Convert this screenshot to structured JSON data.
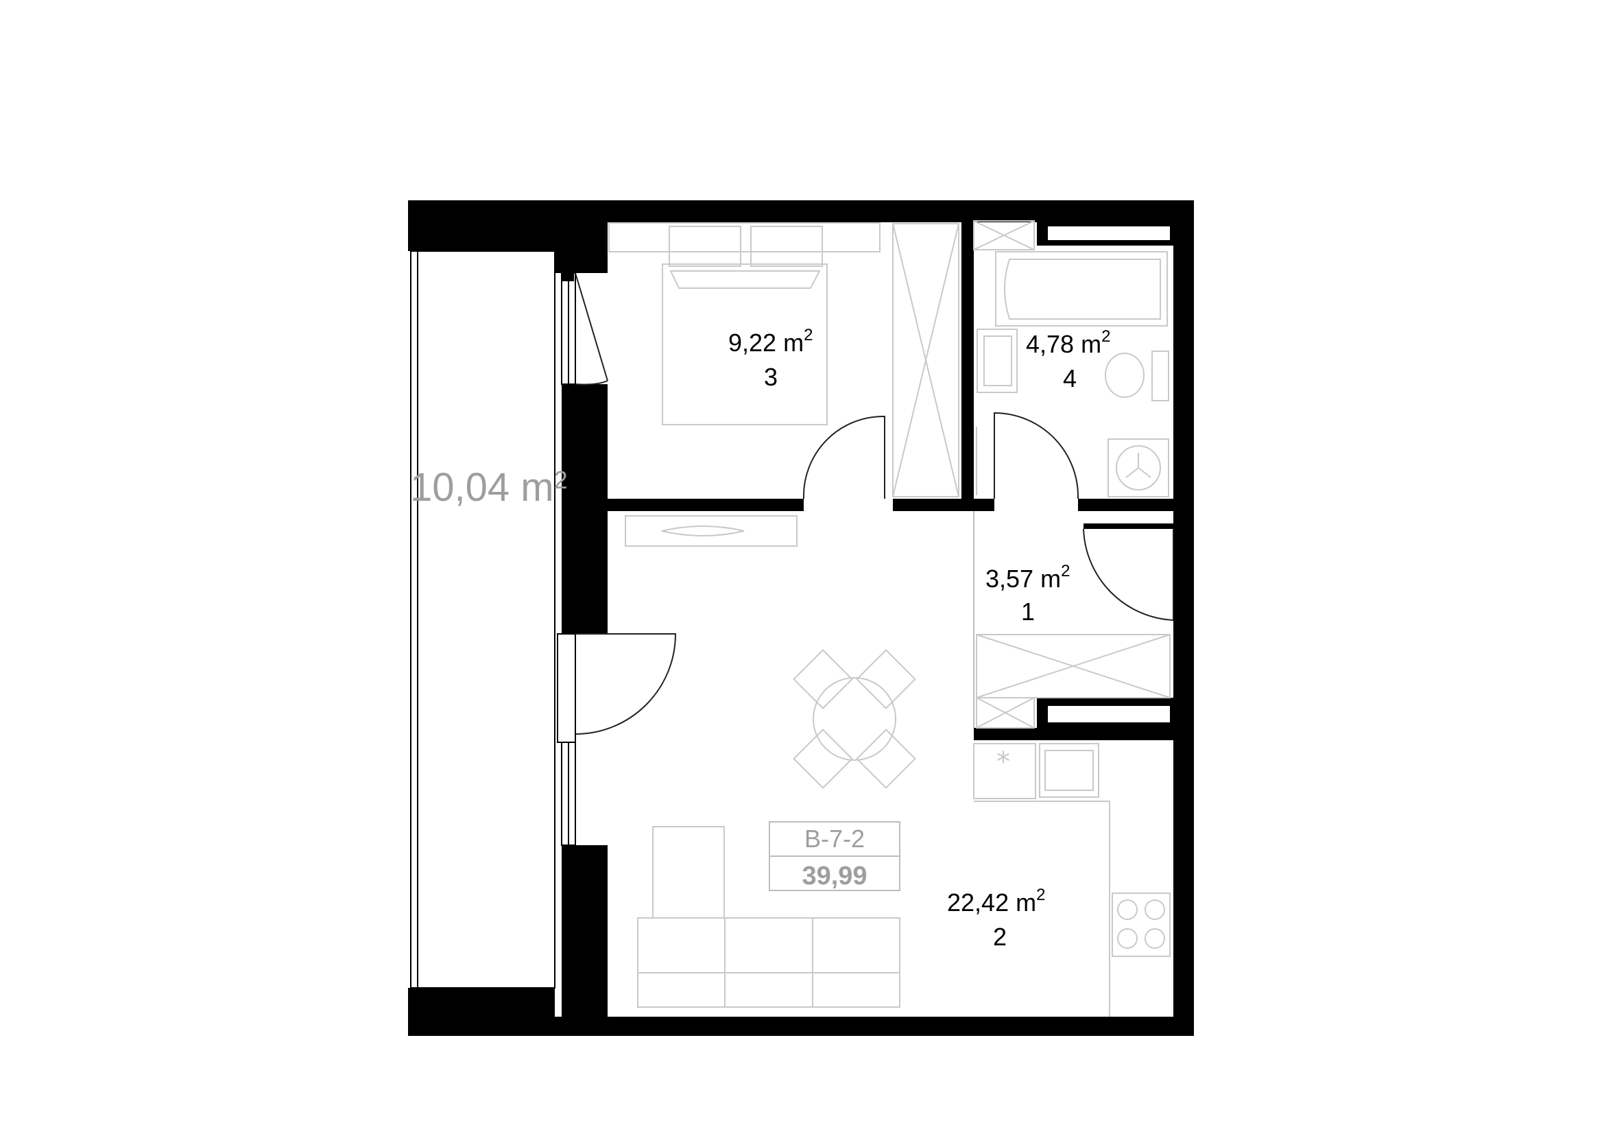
{
  "balcony": {
    "area": "10,04",
    "unit": "m",
    "sup": "2"
  },
  "rooms": [
    {
      "key": "bedroom",
      "area": "9,22",
      "unit": "m",
      "sup": "2",
      "number": "3"
    },
    {
      "key": "bathroom",
      "area": "4,78",
      "unit": "m",
      "sup": "2",
      "number": "4"
    },
    {
      "key": "hall",
      "area": "3,57",
      "unit": "m",
      "sup": "2",
      "number": "1"
    },
    {
      "key": "living",
      "area": "22,42",
      "unit": "m",
      "sup": "2",
      "number": "2"
    }
  ],
  "apartment": {
    "code": "B-7-2",
    "total_area": "39,99"
  },
  "colors": {
    "wall": "#000000",
    "furniture": "#c9c9c9",
    "muted_text": "#9e9e9e"
  }
}
